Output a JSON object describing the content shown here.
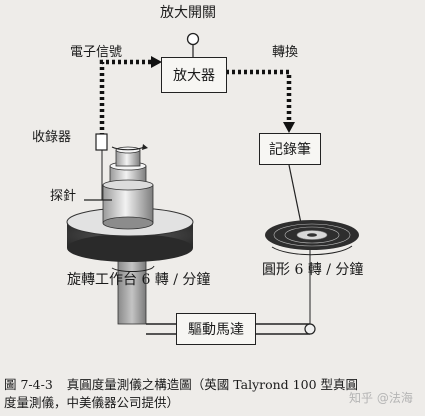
{
  "labels": {
    "amp_switch": "放大開關",
    "signal": "電子信號",
    "convert": "轉換",
    "receiver": "收錄器",
    "probe": "探針",
    "turntable": "旋轉工作台 6 轉 / 分鐘",
    "circle": "圓形 6 轉 / 分鐘"
  },
  "boxes": {
    "amplifier": "放大器",
    "recorder": "記錄筆",
    "motor": "驅動馬達"
  },
  "caption": {
    "number": "圖 7-4-3",
    "line1": "真圓度量測儀之構造圖（英國 Talyrond 100 型真圓",
    "line2": "度量測儀，中美儀器公司提供）"
  },
  "watermark": "知乎 @法海"
}
